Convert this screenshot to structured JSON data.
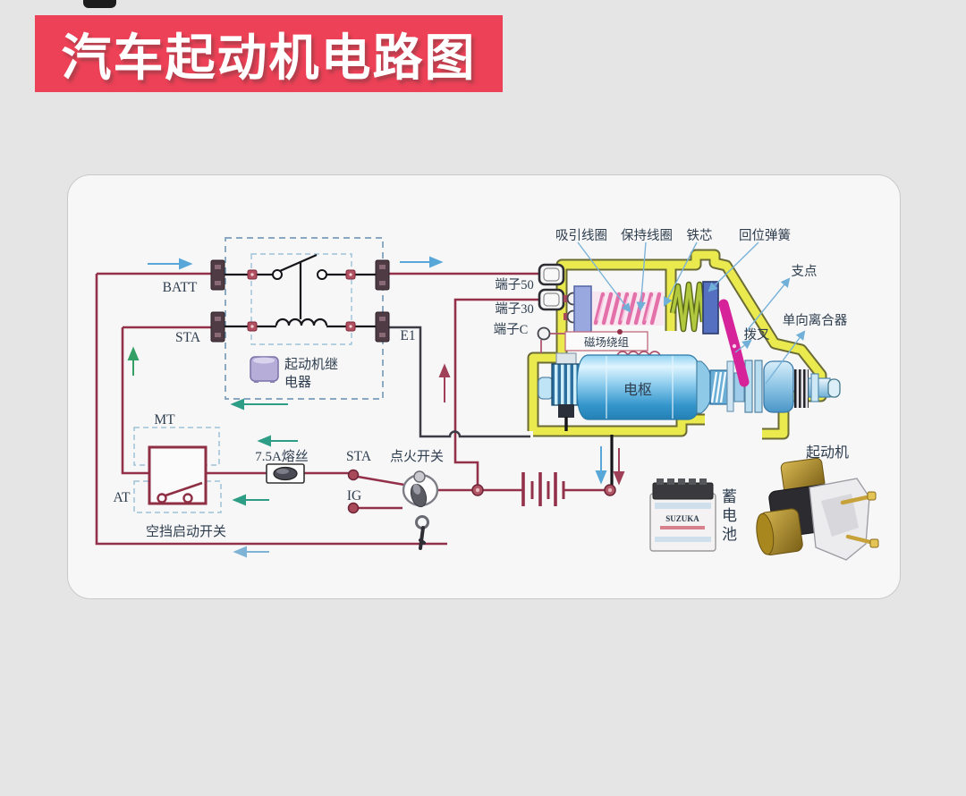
{
  "title": {
    "text": "汽车起动机电路图"
  },
  "diagram": {
    "relay": {
      "batt": "BATT",
      "sta": "STA",
      "e1": "E1",
      "name_line1": "起动机继",
      "name_line2": "电器"
    },
    "neutral_switch": {
      "mt": "MT",
      "at": "AT",
      "label": "空挡启动开关"
    },
    "fuse_label": "7.5A熔丝",
    "ignition": {
      "sta": "STA",
      "ig": "IG",
      "label": "点火开关"
    },
    "terminals": {
      "t50": "端子50",
      "t30": "端子30",
      "tc": "端子C"
    },
    "solenoid": {
      "pull_in": "吸引线圈",
      "hold_in": "保持线圈",
      "iron_core": "铁芯",
      "return_spring": "回位弹簧",
      "fulcrum": "支点",
      "one_way_clutch": "单向离合器",
      "shift_fork": "拨叉"
    },
    "motor": {
      "field_winding": "磁场绕组",
      "armature": "电枢"
    },
    "photos": {
      "battery": "蓄电池",
      "starter": "起动机"
    }
  },
  "colors": {
    "banner": "#ec4156",
    "wire_crimson": "#93314a",
    "housing_yellow": "#eae94e",
    "arrow_blue": "#58a7d8",
    "arrow_teal": "#2e9d86",
    "fork_magenta": "#d6239a",
    "armature_blue": "#3596cc",
    "spring_green": "#b2c83e"
  }
}
